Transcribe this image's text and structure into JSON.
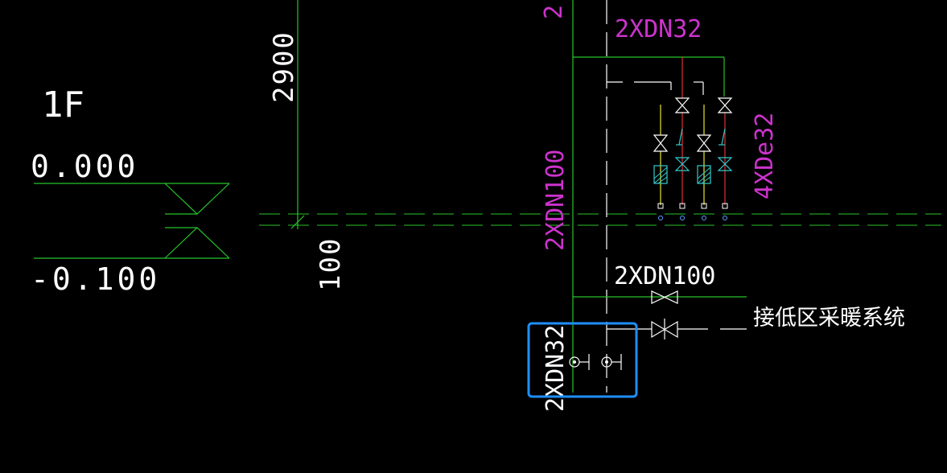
{
  "floor": {
    "label": "1F",
    "elevation_upper": "0.000",
    "elevation_lower": "-0.100"
  },
  "dimensions": {
    "vertical": "2900",
    "small": "100"
  },
  "pipes": {
    "top_label": "2XDN32",
    "riser_label": "2XDN100",
    "branch_label": "2XDN100",
    "bottom_label": "2XDN32",
    "branch_group_label": "4XDe32",
    "top_partial": "2"
  },
  "annotation": {
    "connect_text": "接低区采暖系统"
  },
  "colors": {
    "background": "#000000",
    "line_green": "#27c32a",
    "text_white": "#ffffff",
    "text_magenta": "#cc33cc",
    "highlight_blue": "#1e90ff",
    "red_pipe": "#e0303a",
    "yellow_pipe": "#e6e632",
    "cyan_symbol": "#33cccc"
  },
  "selection": {
    "label": "selection-highlight"
  }
}
